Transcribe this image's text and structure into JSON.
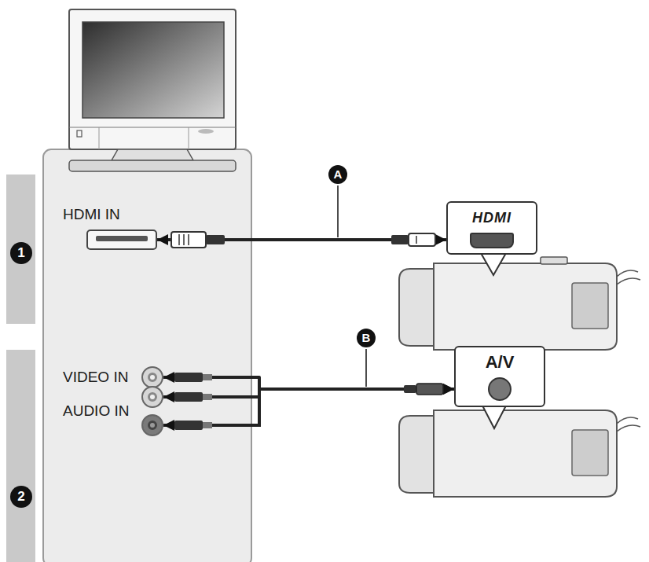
{
  "diagram": {
    "nodes": [
      {
        "text": [
          "HDMI IN"
        ]
      },
      {
        "text": [
          "HDMI"
        ]
      },
      {
        "text": [
          "VIDEO IN"
        ]
      },
      {
        "text": [
          "AUDIO IN"
        ]
      },
      {
        "text": [
          "A/V"
        ]
      }
    ],
    "edges": [
      {
        "from": 1,
        "to": 0,
        "arrow": "both"
      },
      {
        "from": 4,
        "to": 2,
        "arrow": "both"
      },
      {
        "from": 4,
        "to": 3,
        "arrow": "both"
      }
    ],
    "labels": [
      "1",
      "A",
      "2",
      "B"
    ]
  }
}
